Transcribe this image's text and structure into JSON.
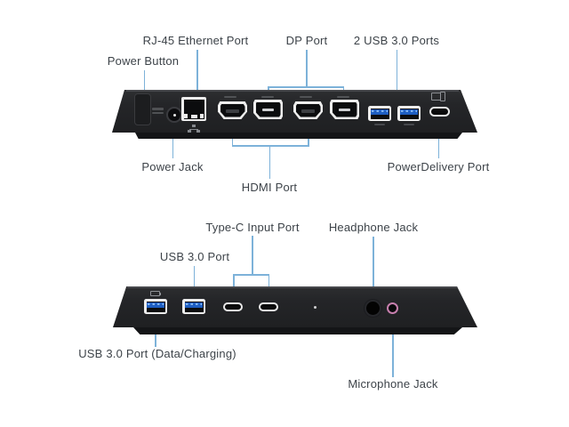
{
  "colors": {
    "background": "#ffffff",
    "leader_line": "#7db2d9",
    "label_text": "#3d4349",
    "device_body": "#242528",
    "port_outline": "#ededed",
    "usb_blue": "#1e5ec2",
    "mic_jack_ring": "#c77fae"
  },
  "back_view": {
    "labels": {
      "power_button": "Power Button",
      "rj45": "RJ-45 Ethernet Port",
      "dp": "DP Port",
      "usb3": "2 USB 3.0 Ports",
      "power_jack": "Power Jack",
      "hdmi": "HDMI Port",
      "power_delivery": "PowerDelivery Port"
    },
    "icons": {
      "ethernet": "network-icon",
      "power_delivery": "pd-charging-icon"
    }
  },
  "front_view": {
    "labels": {
      "usb3": "USB 3.0 Port",
      "typec_input": "Type-C Input Port",
      "headphone": "Headphone Jack",
      "usb3_charging": "USB 3.0 Port (Data/Charging)",
      "microphone": "Microphone Jack"
    },
    "icons": {
      "charging": "battery-icon"
    }
  }
}
